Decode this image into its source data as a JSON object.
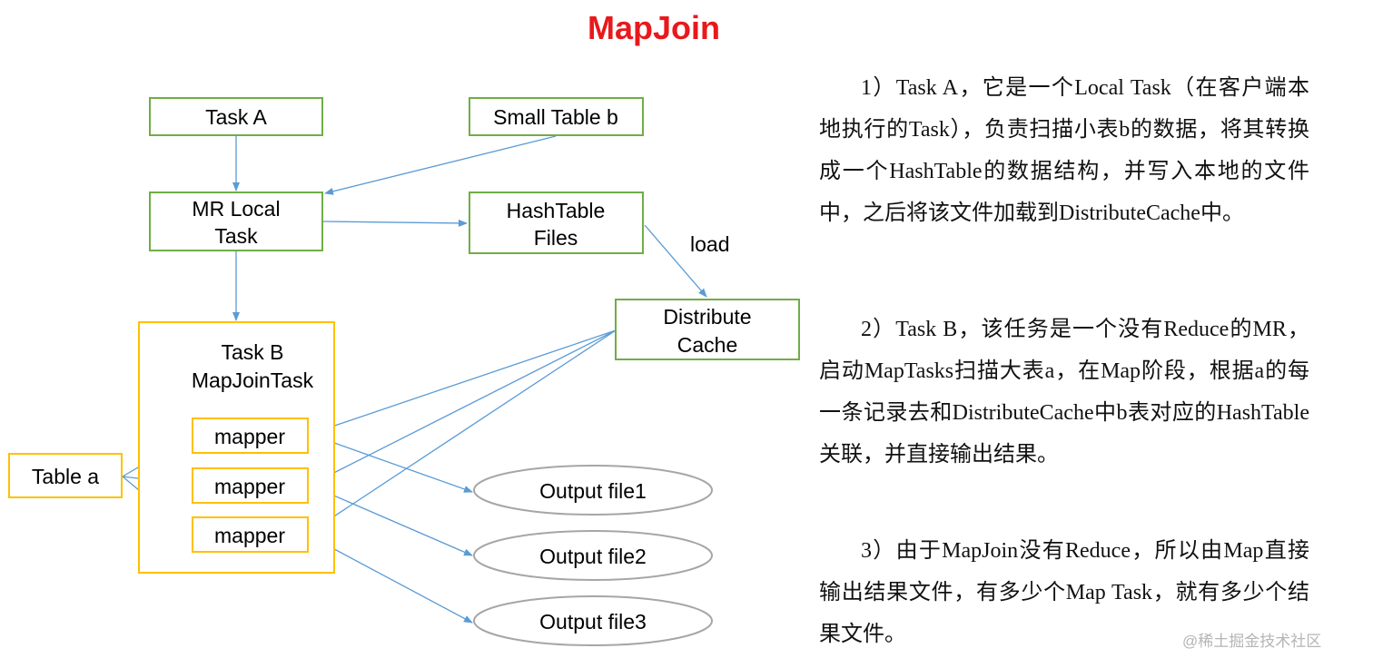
{
  "title": "MapJoin",
  "nodes": {
    "task_a": "Task A",
    "small_table_b": "Small Table b",
    "mr_local_task": [
      "MR Local",
      "Task"
    ],
    "hashtable_files": [
      "HashTable",
      "Files"
    ],
    "distribute_cache": [
      "Distribute",
      "Cache"
    ],
    "task_b": [
      "Task B",
      "MapJoinTask"
    ],
    "table_a": "Table a",
    "mappers": [
      "mapper",
      "mapper",
      "mapper"
    ],
    "outputs": [
      "Output file1",
      "Output file2",
      "Output file3"
    ]
  },
  "edge_labels": {
    "load": "load"
  },
  "paragraphs": [
    "1）Task A，它是一个Local Task（在客户端本地执行的Task），负责扫描小表b的数据，将其转换成一个HashTable的数据结构，并写入本地的文件中，之后将该文件加载到DistributeCache中。",
    "2）Task B，该任务是一个没有Reduce的MR，启动MapTasks扫描大表a，在Map阶段，根据a的每一条记录去和DistributeCache中b表对应的HashTable关联，并直接输出结果。",
    "3）由于MapJoin没有Reduce，所以由Map直接输出结果文件，有多少个Map Task，就有多少个结果文件。"
  ],
  "watermark": "@稀土掘金技术社区",
  "colors": {
    "title": "#e8191c",
    "green_border": "#70ad47",
    "yellow_border": "#ffc000",
    "arrow": "#5b9bd5",
    "ellipse_border": "#a6a6a6"
  }
}
